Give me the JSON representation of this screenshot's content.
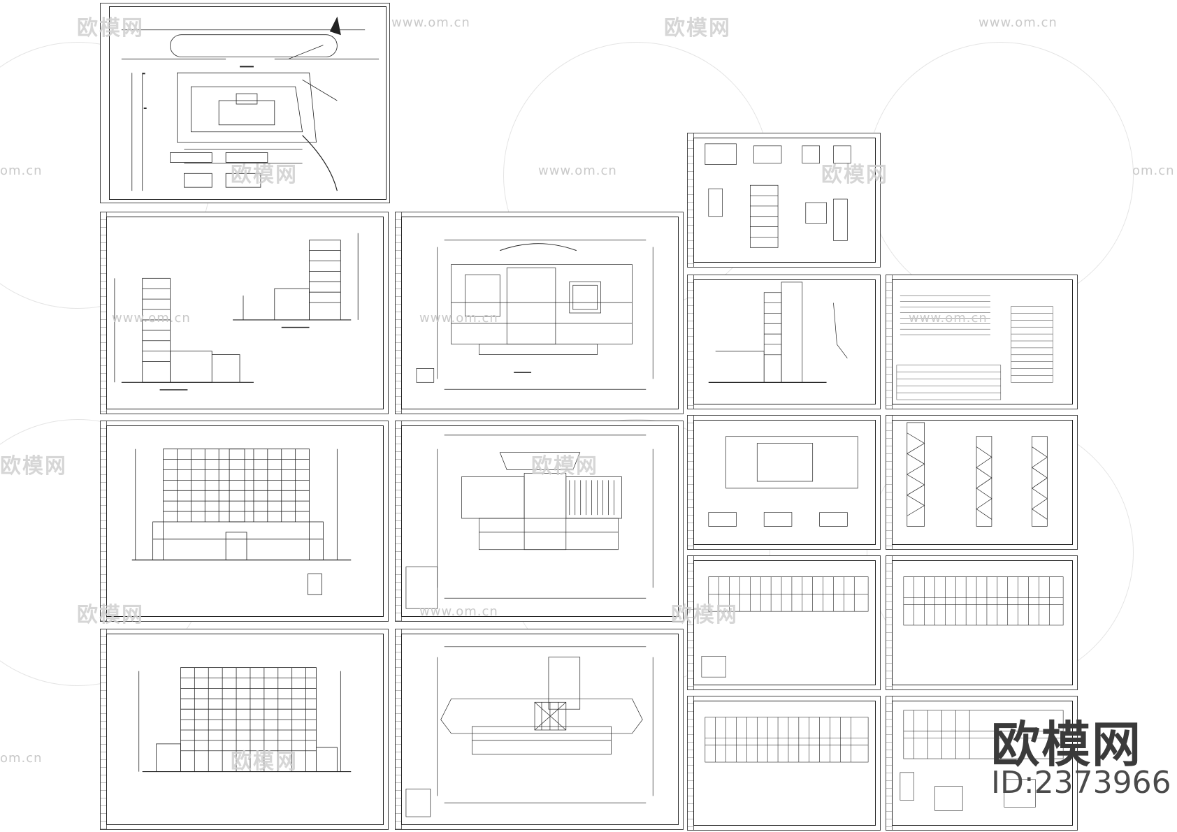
{
  "watermark": {
    "logo_text": "欧模网",
    "url_text": "www.om.cn",
    "short_url": "om.cn"
  },
  "branding": {
    "big_logo": "欧模网",
    "id_text": "ID:2373966"
  },
  "colors": {
    "line": "#222222",
    "watermark": "#d0d0d0"
  }
}
